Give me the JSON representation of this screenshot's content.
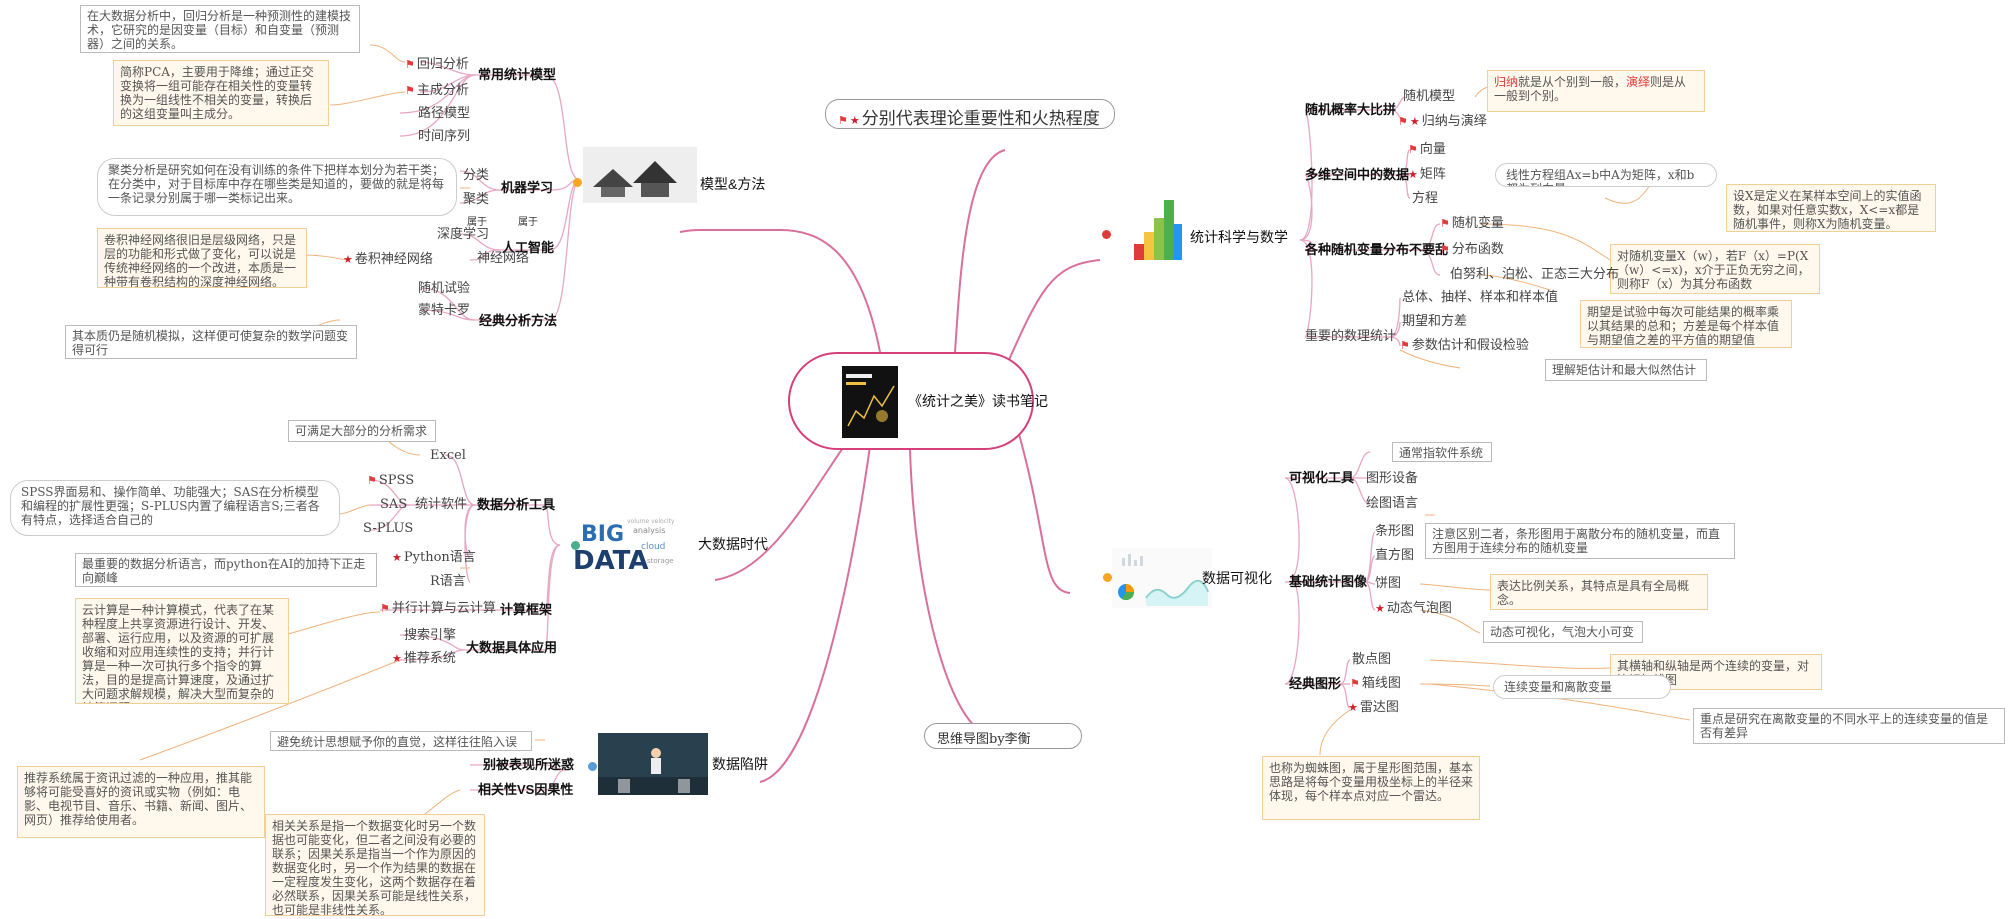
{
  "center": {
    "title": "《统计之美》读书笔记"
  },
  "topics": {
    "methods": {
      "label": "模型&方法"
    },
    "bigdata": {
      "label": "大数据时代"
    },
    "trap": {
      "label": "数据陷阱"
    },
    "stats": {
      "label": "统计科学与数学"
    },
    "viz": {
      "label": "数据可视化"
    },
    "theory": {
      "label": "分别代表理论重要性和火热程度"
    },
    "author": {
      "label": "思维导图by李衡"
    }
  },
  "methods": {
    "common_models": "常用统计模型",
    "regression": "回归分析",
    "pca": "主成分析",
    "path": "路径模型",
    "timeseries": "时间序列",
    "regression_note": "在大数据分析中，回归分析是一种预测性的建模技术，它研究的是因变量（目标）和自变量（预测器）之间的关系。",
    "pca_note": "简称PCA，主要用于降维；通过正交变换将一组可能存在相关性的变量转换为一组线性不相关的变量，转换后的这组变量叫主成分。",
    "ml": "机器学习",
    "classify": "分类",
    "cluster": "聚类",
    "ml_note": "聚类分析是研究如何在没有训练的条件下把样本划分为若干类；\n在分类中，对于目标库中存在哪些类是知道的，要做的就是将每一条记录分别属于哪一类标记出来。",
    "ai": "人工智能",
    "deep": "深度学习",
    "nn": "神经网络",
    "cnn": "卷积神经网络",
    "rel1": "属于",
    "rel2": "属于",
    "cnn_note": "卷积神经网络很旧是层级网络，只是层的功能和形式做了变化，可以说是传统神经网络的一个改进，本质是一种带有卷积结构的深度神经网络。",
    "classic": "经典分析方法",
    "random": "随机试验",
    "montecarlo": "蒙特卡罗",
    "mc_note": "其本质仍是随机模拟，这样便可使复杂的数学问题变得可行"
  },
  "bigdata": {
    "tools": "数据分析工具",
    "excel": "Excel",
    "excel_note": "可满足大部分的分析需求",
    "stat_sw": "统计软件",
    "spss": "SPSS",
    "sas": "SAS",
    "splus": "S-PLUS",
    "sw_note": "SPSS界面易和、操作简单、功能强大；SAS在分析模型和编程的扩展性更强；S-PLUS内置了编程语言S;三者各有特点，选择适合自己的",
    "python": "Python语言",
    "r": "R语言",
    "python_note": "最重要的数据分析语言，而python在AI的加持下正走向巅峰",
    "compute": "计算框架",
    "parallel": "并行计算与云计算",
    "cloud_note": "云计算是一种计算模式，代表了在某种程度上共享资源进行设计、开发、部署、运行应用，以及资源的可扩展收缩和对应用连续性的支持；并行计算是一种一次可执行多个指令的算法，目的是提高计算速度，及通过扩大问题求解规模，解决大型而复杂的计算问题。",
    "apps": "大数据具体应用",
    "search": "搜索引擎",
    "recommend": "推荐系统",
    "rec_note": "推荐系统属于资讯过滤的一种应用，推其能够将可能受喜好的资讯或实物（例如：电影、电视节目、音乐、书籍、新闻、图片、网页）推荐给使用者。"
  },
  "trap": {
    "fooled": "别被表现所迷惑",
    "fooled_note": "避免统计思想赋予你的直觉，这样往往陷入误区",
    "corr": "相关性VS因果性",
    "corr_note": "相关关系是指一个数据变化时另一个数据也可能变化，但二者之间没有必要的联系；因果关系是指当一个作为原因的数据变化时，另一个作为结果的数据在一定程度发生变化，这两个数据存在着必然联系，因果关系可能是线性关系，也可能是非线性关系。"
  },
  "stats": {
    "prob": "随机概率大比拼",
    "prob_model": "随机模型",
    "induction": "归纳与演绎",
    "induction_note_a": "归纳",
    "induction_note_b": "就是从个别到一般，",
    "induction_note_c": "演绎",
    "induction_note_d": "则是从一般到个别。",
    "multi": "多维空间中的数据",
    "vector": "向量",
    "matrix": "矩阵",
    "equation": "方程",
    "matrix_note": "线性方程组Ax=b中A为矩阵，x和b都为列向量",
    "dist": "各种随机变量分布不要乱",
    "rv": "随机变量",
    "rv_note": "设X是定义在某样本空间上的实值函数，如果对任意实数x，X<=x都是随机事件，则称X为随机变量。",
    "cdf": "分布函数",
    "cdf_note": "对随机变量X（w），若F（x）=P(X（w）<=x)，x介于正负无穷之间，则称F（x）为其分布函数",
    "three": "伯努利、泊松、正态三大分布",
    "important": "重要的数理统计",
    "population": "总体、抽样、样本和样本值",
    "expect": "期望和方差",
    "expect_note": "期望是试验中每次可能结果的概率乘以其结果的总和；方差是每个样本值与期望值之差的平方值的期望值",
    "param": "参数估计和假设检验",
    "param_note": "理解矩估计和最大似然估计"
  },
  "viz": {
    "tools": "可视化工具",
    "common_sw": "通常指软件系统",
    "graphics": "图形设备",
    "lang": "绘图语言",
    "basic": "基础统计图像",
    "bar": "条形图",
    "hist": "直方图",
    "bar_note": "注意区别二者，条形图用于离散分布的随机变量，而直方图用于连续分布的随机变量",
    "pie": "饼图",
    "pie_note": "表达比例关系，其特点是具有全局概念。",
    "bubble": "动态气泡图",
    "bubble_note": "动态可视化，气泡大小可变",
    "classic": "经典图形",
    "scatter": "散点图",
    "scatter_note": "其横轴和纵轴是两个连续的变量，对比记忆线图",
    "box": "箱线图",
    "box_note": "连续变量和离散变量",
    "box_note2": "重点是研究在离散变量的不同水平上的连续变量的值是否有差异",
    "radar": "雷达图",
    "radar_note": "也称为蜘蛛图，属于星形图范围，基本思路是将每个变量用极坐标上的半径来体现，每个样本点对应一个雷达。"
  },
  "colors": {
    "pink": "#d9709b",
    "pink_light": "#e6a7c2",
    "orange": "#f5a623",
    "red": "#e23b3b",
    "accent": "#d5407a"
  },
  "icons": [
    "flag-icon",
    "star-icon",
    "note-icon",
    "book-cover-icon",
    "bar-chart-3d-icon",
    "bigdata-wordcloud-icon",
    "dashboard-icon",
    "architecture-icon",
    "businessman-icon"
  ]
}
